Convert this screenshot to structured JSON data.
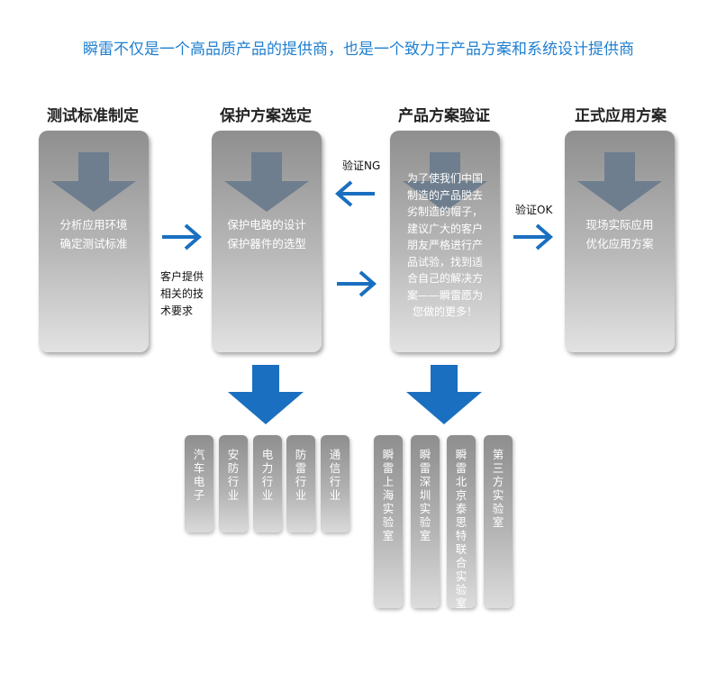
{
  "headline": "瞬雷不仅是一个高品质产品的提供商，也是一个致力于产品方案和系统设计提供商",
  "steps": [
    {
      "title": "测试标准制定",
      "lines": [
        "分析应用环境",
        "确定测试标准"
      ]
    },
    {
      "title": "保护方案选定",
      "lines": [
        "保护电路的设计",
        "保护器件的选型"
      ]
    },
    {
      "title": "产品方案验证",
      "lines": [
        "为了使我们中国",
        "制造的产品脱去",
        "劣制造的帽子，",
        "建议广大的客户",
        "朋友严格进行产",
        "品试验，找到适",
        "合自己的解决方",
        "案——瞬雷愿为",
        "您做的更多！"
      ]
    },
    {
      "title": "正式应用方案",
      "lines": [
        "现场实际应用",
        "优化应用方案"
      ]
    }
  ],
  "side_note": [
    "客户提供",
    "相关的技",
    "术要求"
  ],
  "label_ng": "验证NG",
  "label_ok": "验证OK",
  "industries": [
    "汽车电子",
    "安防行业",
    "电力行业",
    "防雷行业",
    "通信行业"
  ],
  "labs": [
    "瞬雷上海实验室",
    "瞬雷深圳实验室",
    "瞬雷北京泰思特联合实验室",
    "第三方实验室"
  ],
  "colors": {
    "accent_blue": "#1f7fd0",
    "arrow_blue": "#1a6fc0",
    "grey_arrow": "#6e7e8e"
  },
  "icons": [
    "down-arrow-icon",
    "right-arrow-icon",
    "left-arrow-icon",
    "big-down-arrow-icon"
  ]
}
